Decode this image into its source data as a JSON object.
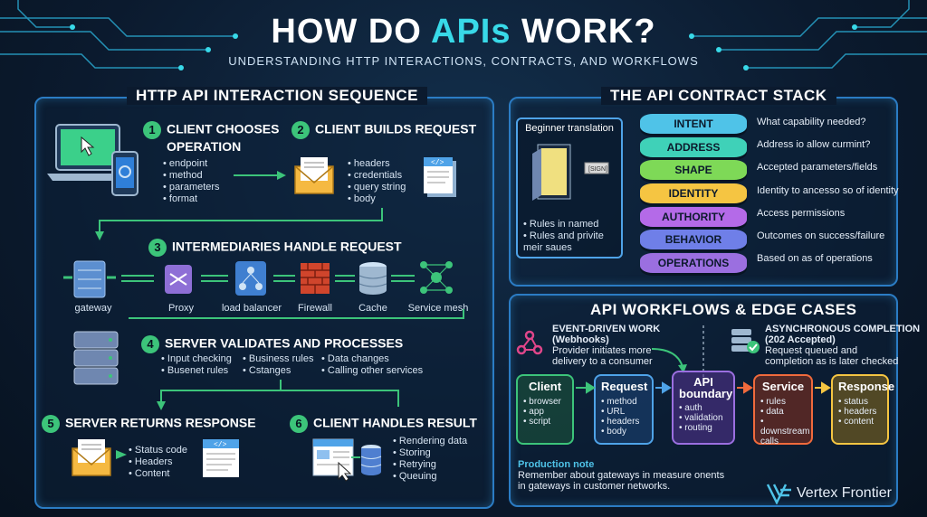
{
  "title": {
    "prefix": "HOW DO ",
    "highlight": "APIs",
    "suffix": " WORK?"
  },
  "subtitle": "UNDERSTANDING HTTP INTERACTIONS, CONTRACTS, AND WORKFLOWS",
  "left_panel": {
    "title": "HTTP API INTERACTION SEQUENCE",
    "steps": [
      {
        "num": "1",
        "title_line1": "CLIENT CHOOSES",
        "title_line2": "OPERATION",
        "bullets": [
          "endpoint",
          "method",
          "parameters",
          "format"
        ]
      },
      {
        "num": "2",
        "title_line1": "CLIENT BUILDS REQUEST",
        "bullets": [
          "headers",
          "credentials",
          "query string",
          "body"
        ]
      },
      {
        "num": "3",
        "title_line1": "INTERMEDIARIES HANDLE REQUEST"
      },
      {
        "num": "4",
        "title_line1": "SERVER VALIDATES AND PROCESSES",
        "bullets_col1": [
          "Input checking",
          "Busenet rules"
        ],
        "bullets_col2": [
          "Business rules",
          "Cstanges"
        ],
        "bullets_col3": [
          "Data changes",
          "Calling other services"
        ]
      },
      {
        "num": "5",
        "title_line1": "SERVER RETURNS RESPONSE",
        "bullets": [
          "Status code",
          "Headers",
          "Content"
        ]
      },
      {
        "num": "6",
        "title_line1": "CLIENT HANDLES RESULT",
        "bullets": [
          "Rendering data",
          "Storing",
          "Retrying",
          "Queuing"
        ]
      }
    ],
    "intermediaries": [
      "gateway",
      "Proxy",
      "load balancer",
      "Firewall",
      "Cache",
      "Service mesh"
    ]
  },
  "contract_panel": {
    "title": "THE API CONTRACT STACK",
    "translation_title": "Beginner translation",
    "translation_bullets": [
      "Rules in named",
      "Rules and privite meir saues"
    ],
    "sign_text": "[SIGN]",
    "layers": [
      {
        "name": "INTENT",
        "color": "#4fc3e8",
        "desc": "What capability needed?"
      },
      {
        "name": "ADDRESS",
        "color": "#3fd1b8",
        "desc": "Address io allow curmint?"
      },
      {
        "name": "SHAPE",
        "color": "#7ed957",
        "desc": "Accepted parameters/fields"
      },
      {
        "name": "IDENTITY",
        "color": "#f5c542",
        "desc": "Identity to ancesso so of identity"
      },
      {
        "name": "AUTHORITY",
        "color": "#b46ae8",
        "desc": "Access permissions"
      },
      {
        "name": "BEHAVIOR",
        "color": "#6f7fe8",
        "desc": "Outcomes on success/failure"
      },
      {
        "name": "OPERATIONS",
        "color": "#9b6fe0",
        "desc": "Based on as of operations"
      }
    ]
  },
  "workflow_panel": {
    "title": "API WORKFLOWS & EDGE CASES",
    "event_title": "EVENT-DRIVEN WORK",
    "event_sub": "(Webhooks)",
    "event_lines": [
      "Provider initiates more",
      "delivery to a consumer"
    ],
    "async_title": "ASYNCHRONOUS COMPLETION",
    "async_sub": "(202 Accepted)",
    "async_lines": [
      "Request queued and",
      "completion as is later checked"
    ],
    "boxes": [
      {
        "name": "Client",
        "color": "#3cc47a",
        "items": [
          "browser",
          "app",
          "script"
        ]
      },
      {
        "name": "Request",
        "color": "#4fa3e8",
        "items": [
          "method",
          "URL",
          "headers",
          "body"
        ]
      },
      {
        "name": "API boundary",
        "color": "#9b6fe0",
        "items": [
          "auth",
          "validation",
          "routing"
        ]
      },
      {
        "name": "Service",
        "color": "#f06a3c",
        "items": [
          "rules",
          "data",
          "downstream calls"
        ]
      },
      {
        "name": "Response",
        "color": "#f5c542",
        "items": [
          "status",
          "headers",
          "content"
        ]
      }
    ],
    "note_title": "Production note",
    "note_lines": [
      "Remember about gateways in measure onents",
      "in gateways in customer networks."
    ]
  },
  "brand": "Vertex Frontier"
}
